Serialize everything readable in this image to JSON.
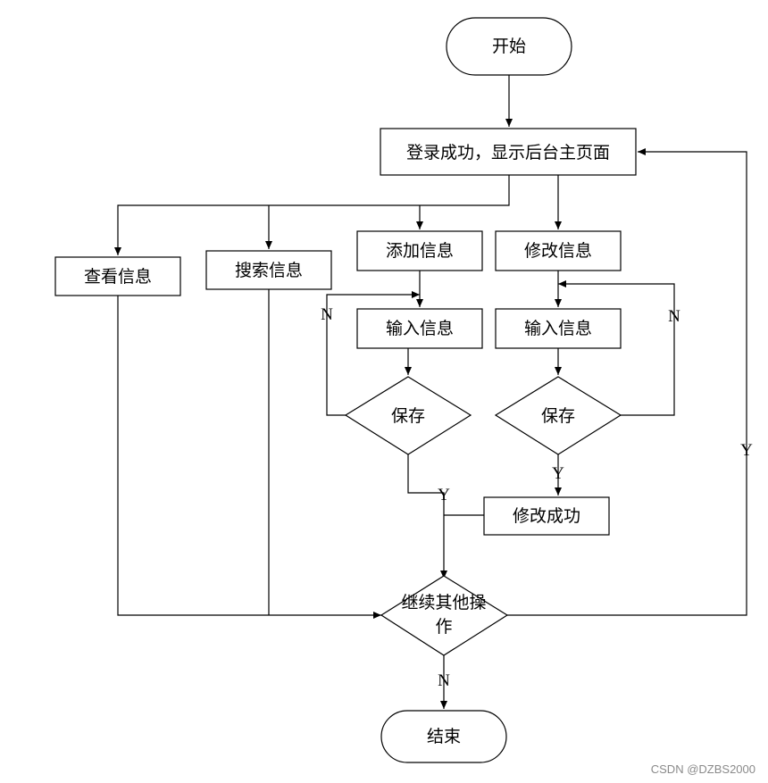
{
  "nodes": {
    "start": "开始",
    "login": "登录成功，显示后台主页面",
    "view": "查看信息",
    "search": "搜索信息",
    "add": "添加信息",
    "modify": "修改信息",
    "input_add": "输入信息",
    "input_modify": "输入信息",
    "save_add": "保存",
    "save_modify": "保存",
    "modify_ok": "修改成功",
    "continue_line1": "继续其他操",
    "continue_line2": "作",
    "end": "结束"
  },
  "edge_labels": {
    "add_no": "N",
    "modify_no": "N",
    "add_yes": "Y",
    "modify_yes": "Y",
    "continue_yes": "Y",
    "continue_no": "N"
  },
  "watermark": "CSDN @DZBS2000"
}
